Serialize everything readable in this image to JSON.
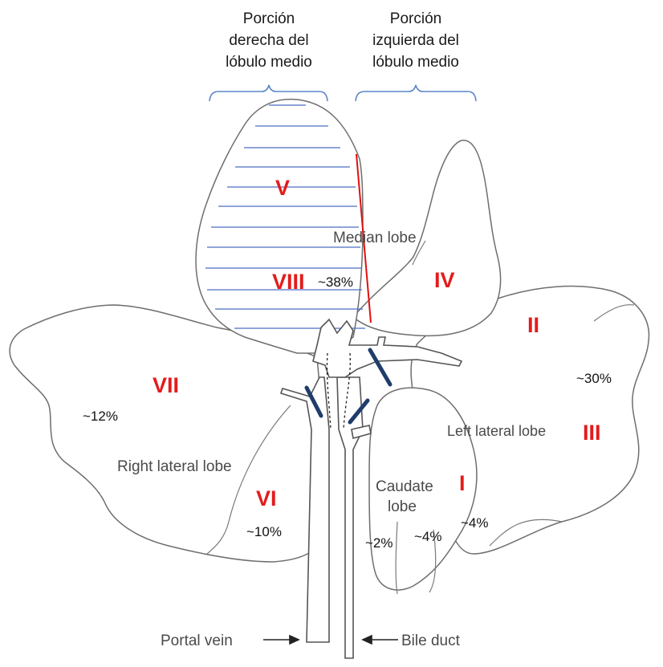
{
  "header": {
    "right_portion": [
      "Porción",
      "derecha del",
      "lóbulo medio"
    ],
    "left_portion": [
      "Porción",
      "izquierda del",
      "lóbulo medio"
    ]
  },
  "lobes": {
    "median": "Median lobe",
    "right_lateral": "Right lateral lobe",
    "left_lateral": "Left lateral lobe",
    "caudate": [
      "Caudate",
      "lobe"
    ]
  },
  "vessels": {
    "portal_vein": "Portal vein",
    "bile_duct": "Bile duct"
  },
  "segments": {
    "I": "I",
    "II": "II",
    "III": "III",
    "IV": "IV",
    "V": "V",
    "VI": "VI",
    "VII": "VII",
    "VIII": "VIII"
  },
  "percentages": {
    "median_right": "~38%",
    "left_lateral": "~30%",
    "right_lateral_upper": "~12%",
    "right_lateral_lower": "~10%",
    "caudate_a": "~2%",
    "caudate_b": "~4%",
    "caudate_c": "~4%"
  },
  "colors": {
    "segment_label": "#e31b1b",
    "hatch_lines": "#4a6fc4",
    "division_line": "#e01010",
    "ligation_marks": "#1f3d6b",
    "bracket": "#5b86c9",
    "outline": "#6e6e6e"
  }
}
